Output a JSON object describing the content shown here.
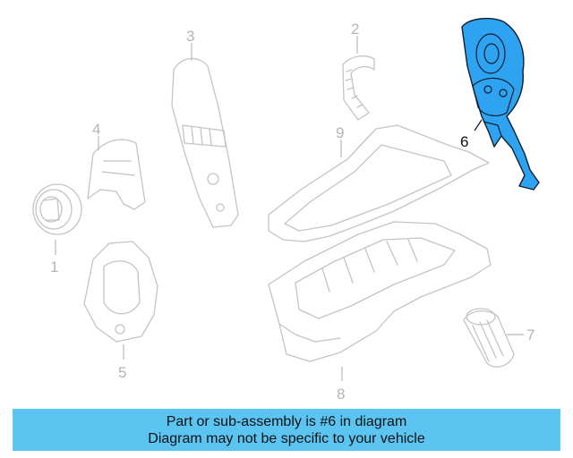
{
  "diagram": {
    "callouts": {
      "c1": "1",
      "c2": "2",
      "c3": "3",
      "c4": "4",
      "c5": "5",
      "c6": "6",
      "c7": "7",
      "c8": "8",
      "c9": "9"
    },
    "highlighted_part": "6",
    "highlight_color": "#2ea3f2",
    "ghost_color": "#c4c4c4"
  },
  "banner": {
    "line1": "Part or sub-assembly is #6 in diagram",
    "line2": "Diagram may not be specific to your vehicle",
    "background": "#5bc4f1"
  }
}
